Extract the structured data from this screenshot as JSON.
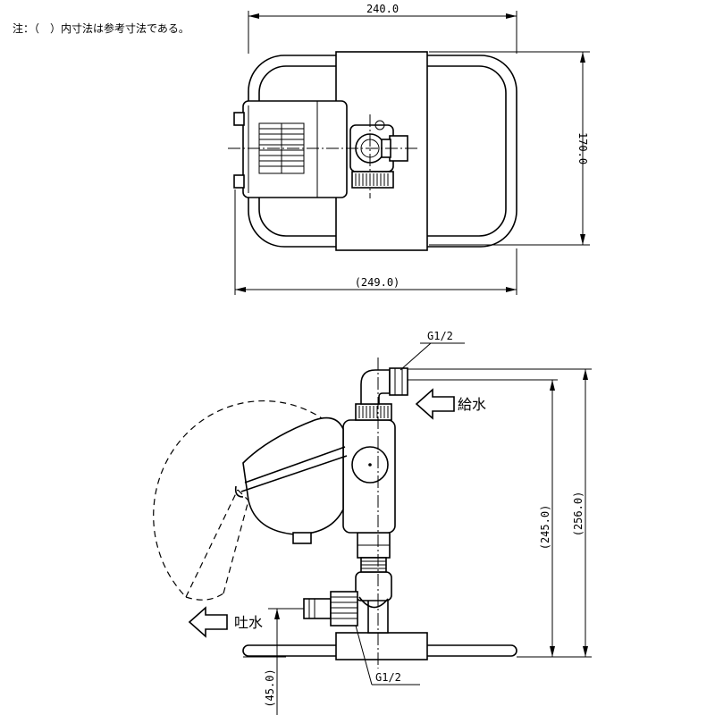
{
  "note": "注：（　）内寸法は参考寸法である。",
  "top_view": {
    "width_dim": "240.0",
    "overall_width_dim": "(249.0)",
    "depth_dim": "170.0"
  },
  "side_view": {
    "inlet_thread": "G1/2",
    "outlet_thread": "G1/2",
    "inlet_label": "給水",
    "outlet_label": "吐水",
    "inlet_height_dim": "(245.0)",
    "overall_height_dim": "(256.0)",
    "outlet_height_dim": "(45.0)"
  }
}
